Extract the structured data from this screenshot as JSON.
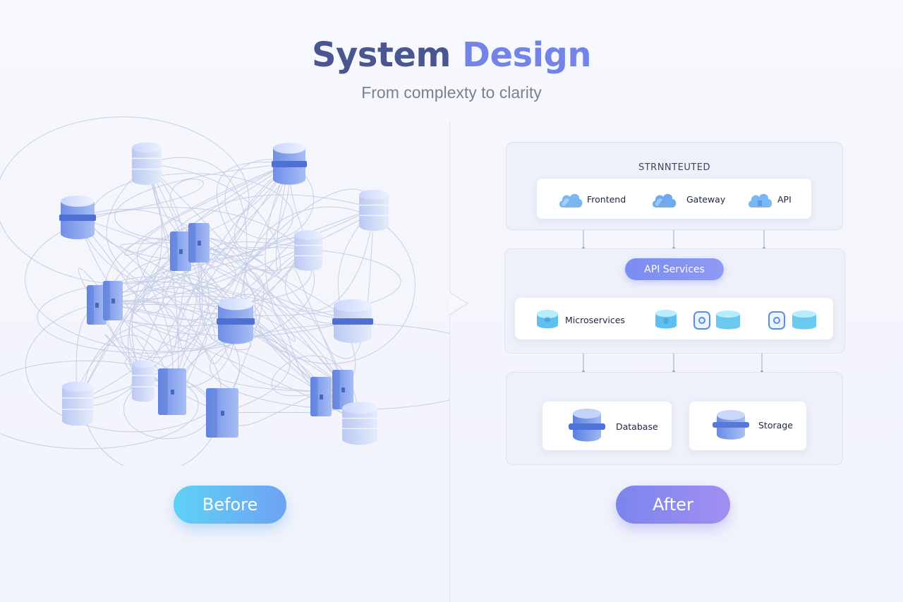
{
  "title": {
    "word1": "System",
    "word2": "Design"
  },
  "subtitle": "From complexty to clarity",
  "labels": {
    "before": "Before",
    "after": "After"
  },
  "structured": {
    "heading": "STRNNTEUTED",
    "top": [
      "Frontend",
      "Gateway",
      "API"
    ],
    "api_services": "API Services",
    "middle": "Microservices",
    "bottom": [
      "Database",
      "Storage"
    ]
  },
  "colors": {
    "title_dark": "#4a5690",
    "title_accent": "#7384e6",
    "before_pill": "#5ed2f6",
    "after_pill": "#8d8ef0",
    "server_blue": "#7e9ff0"
  },
  "icons": [
    "server-icon",
    "database-cylinder-icon",
    "cloud-icon",
    "microservice-icon"
  ]
}
